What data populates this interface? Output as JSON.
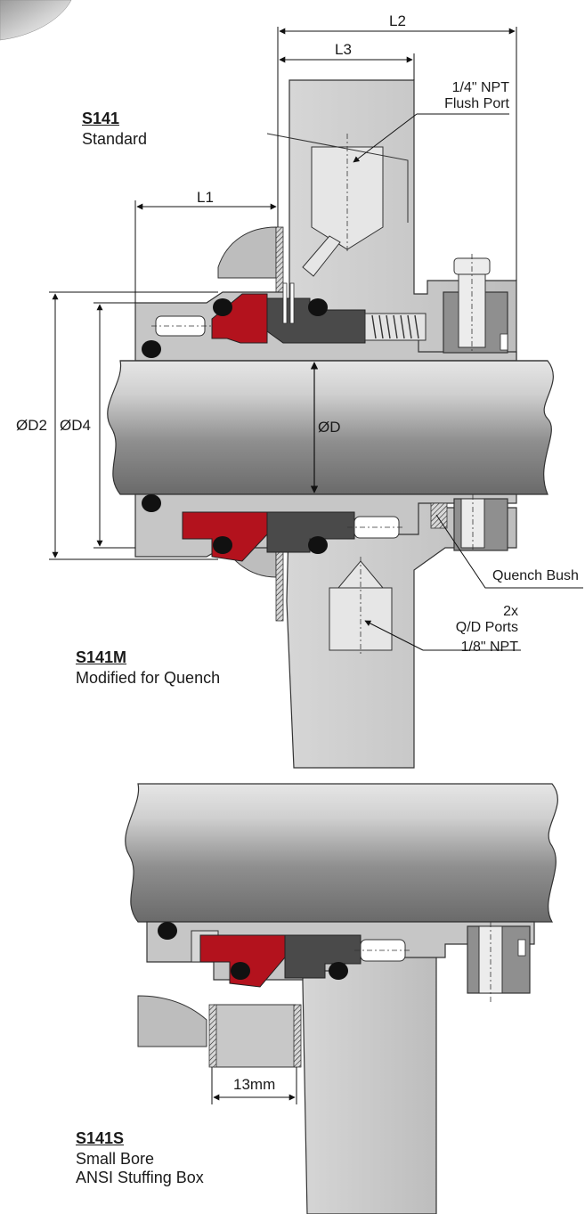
{
  "variants": {
    "standard": {
      "code": "S141",
      "description": "Standard"
    },
    "quench": {
      "code": "S141M",
      "description": "Modified for Quench"
    },
    "small_bore": {
      "code": "S141S",
      "description_line1": "Small Bore",
      "description_line2": "ANSI Stuffing Box"
    }
  },
  "dimensions": {
    "l1": "L1",
    "l2": "L2",
    "l3": "L3",
    "d2": "ØD2",
    "d4": "ØD4",
    "d": "ØD",
    "width_13mm": "13mm"
  },
  "callouts": {
    "flush_port_line1": "1/4\" NPT",
    "flush_port_line2": "Flush Port",
    "quench_bush": "Quench Bush",
    "qd_ports_line1": "2x",
    "qd_ports_line2": "Q/D Ports",
    "qd_ports_line3": "1/8\" NPT"
  },
  "colors": {
    "seal_red": "#b3121d",
    "carbon_dark": "#4a4a4a",
    "metal_grey": "#c8c8c8",
    "shaft_grey": "#9a9a9a",
    "oring_black": "#111111"
  }
}
